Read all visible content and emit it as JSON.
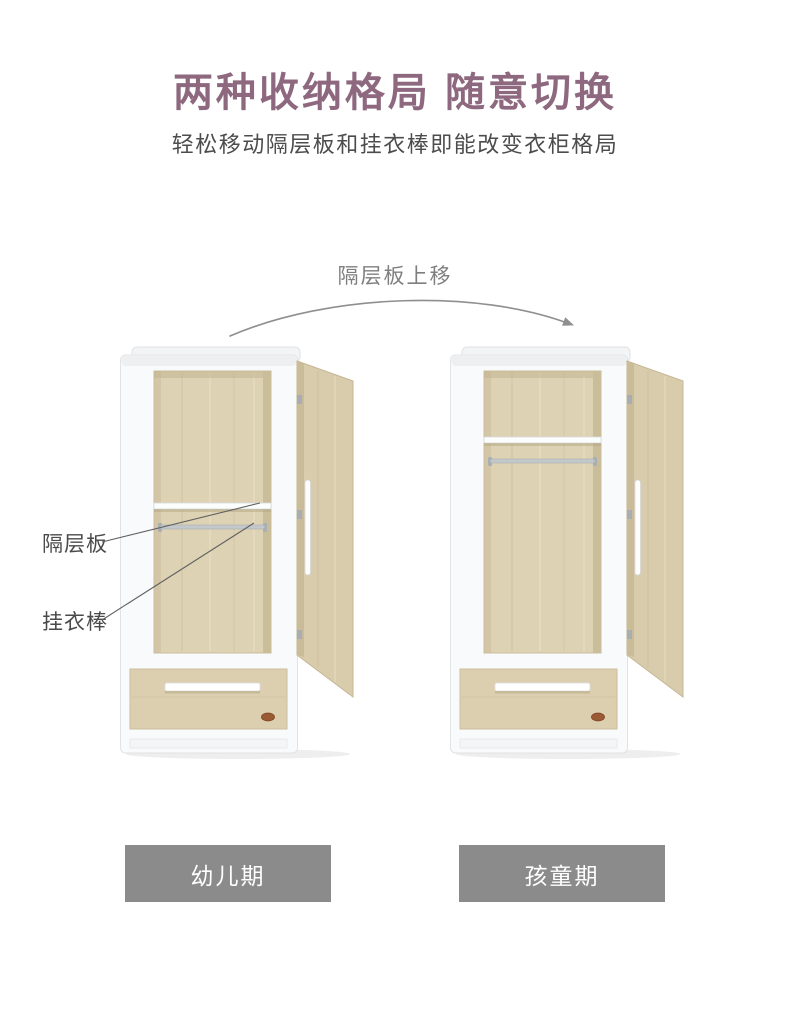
{
  "header": {
    "title": "两种收纳格局 随意切换",
    "subtitle": "轻松移动隔层板和挂衣棒即能改变衣柜格局"
  },
  "diagram": {
    "arrow_label": "隔层板上移",
    "part_labels": {
      "shelf": "隔层板",
      "rod": "挂衣棒"
    },
    "wardrobes": [
      {
        "id": "toddler",
        "caption": "幼儿期",
        "shelf_position": "middle"
      },
      {
        "id": "child",
        "caption": "孩童期",
        "shelf_position": "upper"
      }
    ]
  },
  "colors": {
    "title_accent": "#8d687f",
    "caption_background": "#8b8b8b",
    "caption_text": "#ffffff",
    "wood": "#ded2b4",
    "white_panel": "#f9fafb",
    "annotation": "#8f8f8f"
  }
}
